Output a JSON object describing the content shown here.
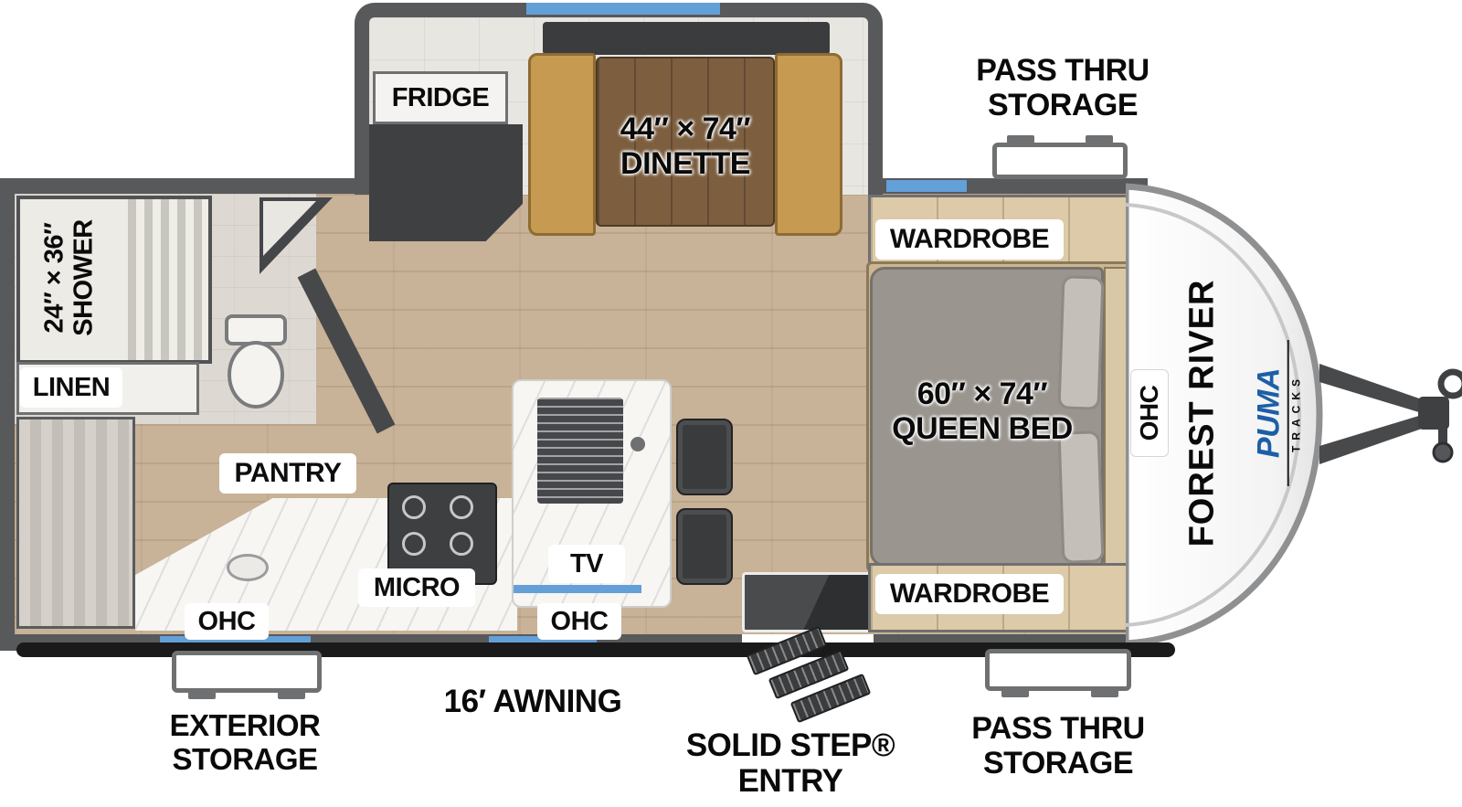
{
  "colors": {
    "wall_gray": "#58595b",
    "window_blue": "#64a0d8",
    "floor_wood": "#c8b298",
    "floor_tile": "#e8e6e1",
    "bench_tan": "#c69a50",
    "table_wood": "#7d5f40",
    "fixture_dark": "#3e3f41",
    "mattress_gray": "#9a958e",
    "brand_blue": "#1d5fa6",
    "label_black": "#0a0a0a"
  },
  "slideout": {
    "fridge": "FRIDGE",
    "dinette_size": "44″ × 74″",
    "dinette_label": "DINETTE"
  },
  "bathroom": {
    "shower_size": "24″ × 36″",
    "shower_label": "SHOWER",
    "linen": "LINEN"
  },
  "kitchen": {
    "pantry": "PANTRY",
    "micro": "MICRO",
    "tv": "TV",
    "ohc_left": "OHC",
    "ohc_center": "OHC"
  },
  "bedroom": {
    "wardrobe_top": "WARDROBE",
    "wardrobe_bottom": "WARDROBE",
    "bed_size": "60″ × 74″",
    "bed_label": "QUEEN BED",
    "ohc": "OHC"
  },
  "brand": {
    "manufacturer": "FOREST RIVER",
    "model": "PUMA",
    "series": "TRACKS"
  },
  "exterior": {
    "pass_thru_storage_top_line1": "PASS THRU",
    "pass_thru_storage_top_line2": "STORAGE",
    "pass_thru_storage_bottom_line1": "PASS THRU",
    "pass_thru_storage_bottom_line2": "STORAGE",
    "exterior_storage_line1": "EXTERIOR",
    "exterior_storage_line2": "STORAGE",
    "awning": "16′ AWNING",
    "entry": "SOLID STEP® ENTRY"
  }
}
